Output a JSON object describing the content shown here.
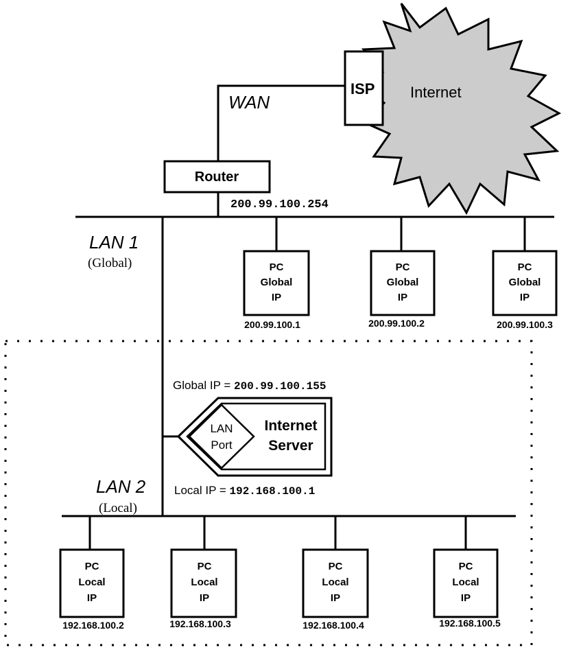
{
  "internet_cloud": {
    "label": "Internet",
    "fill": "#cccccc"
  },
  "isp": {
    "label": "ISP"
  },
  "wan": {
    "label": "WAN"
  },
  "router": {
    "label": "Router",
    "ip": "200.99.100.254"
  },
  "lan1": {
    "title": "LAN 1",
    "subtitle": "(Global)"
  },
  "lan2": {
    "title": "LAN 2",
    "subtitle": "(Local)"
  },
  "global_pcs": [
    {
      "line1": "PC",
      "line2": "Global",
      "line3": "IP",
      "ip": "200.99.100.1"
    },
    {
      "line1": "PC",
      "line2": "Global",
      "line3": "IP",
      "ip": "200.99.100.2"
    },
    {
      "line1": "PC",
      "line2": "Global",
      "line3": "IP",
      "ip": "200.99.100.3"
    }
  ],
  "server": {
    "port_line1": "LAN",
    "port_line2": "Port",
    "name_line1": "Internet",
    "name_line2": "Server",
    "global_label": "Global IP = ",
    "global_ip": "200.99.100.155",
    "local_label": "Local IP = ",
    "local_ip": "192.168.100.1"
  },
  "local_pcs": [
    {
      "line1": "PC",
      "line2": "Local",
      "line3": "IP",
      "ip": "192.168.100.2"
    },
    {
      "line1": "PC",
      "line2": "Local",
      "line3": "IP",
      "ip": "192.168.100.3"
    },
    {
      "line1": "PC",
      "line2": "Local",
      "line3": "IP",
      "ip": "192.168.100.4"
    },
    {
      "line1": "PC",
      "line2": "Local",
      "line3": "IP",
      "ip": "192.168.100.5"
    }
  ]
}
